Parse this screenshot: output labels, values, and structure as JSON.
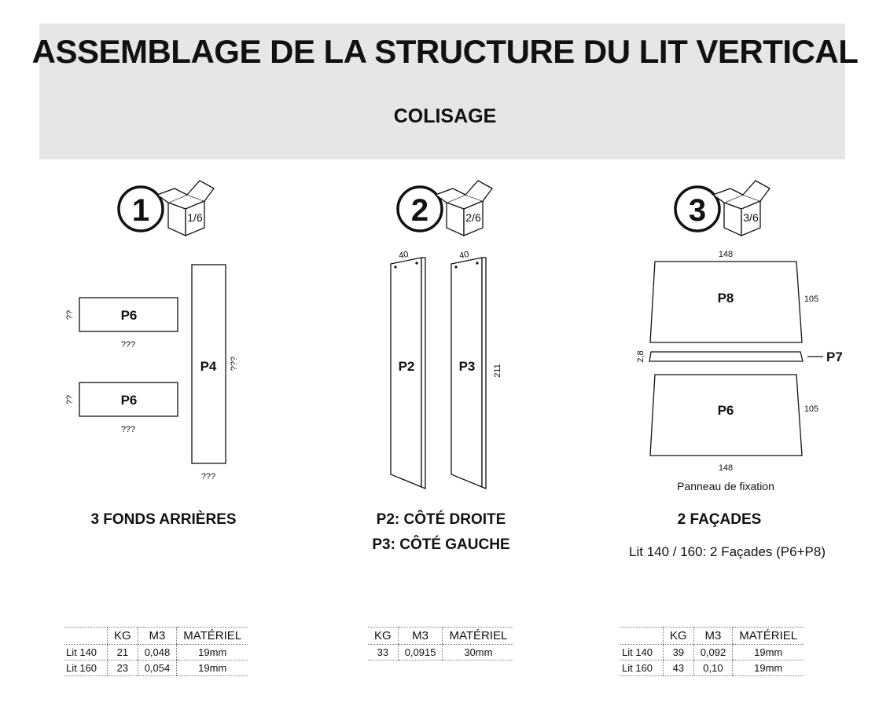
{
  "header": {
    "title": "ASSEMBLAGE DE LA STRUCTURE DU LIT VERTICAL",
    "subtitle": "COLISAGE"
  },
  "packages": [
    {
      "number": "1",
      "box_label": "1/6",
      "panels": {
        "p6_top": "P6",
        "p6_bottom": "P6",
        "p4": "P4"
      },
      "dims": {
        "p6_h": "??",
        "p6_w": "???",
        "p4_h": "???",
        "p4_w": "???"
      },
      "caption": "3 FONDS ARRIÈRES",
      "table": {
        "headers": [
          "",
          "KG",
          "M3",
          "MATÉRIEL"
        ],
        "rows": [
          [
            "Lit 140",
            "21",
            "0,048",
            "19mm"
          ],
          [
            "Lit 160",
            "23",
            "0,054",
            "19mm"
          ]
        ]
      }
    },
    {
      "number": "2",
      "box_label": "2/6",
      "panels": {
        "p2": "P2",
        "p3": "P3"
      },
      "dims": {
        "depth": "40",
        "height": "211"
      },
      "caption_line1": "P2: CÔTÉ DROITE",
      "caption_line2": "P3: CÔTÉ GAUCHE",
      "table": {
        "headers": [
          "KG",
          "M3",
          "MATÉRIEL"
        ],
        "rows": [
          [
            "33",
            "0,0915",
            "30mm"
          ]
        ]
      }
    },
    {
      "number": "3",
      "box_label": "3/6",
      "panels": {
        "p8": "P8",
        "p7": "P7",
        "p6": "P6"
      },
      "dims": {
        "width": "148",
        "height": "105",
        "thickness": "2,8"
      },
      "fixation_label": "Panneau de fixation",
      "caption": "2 FAÇADES",
      "note": "Lit 140 / 160: 2 Façades (P6+P8)",
      "table": {
        "headers": [
          "",
          "KG",
          "M3",
          "MATÉRIEL"
        ],
        "rows": [
          [
            "Lit 140",
            "39",
            "0,092",
            "19mm"
          ],
          [
            "Lit 160",
            "43",
            "0,10",
            "19mm"
          ]
        ]
      }
    }
  ]
}
